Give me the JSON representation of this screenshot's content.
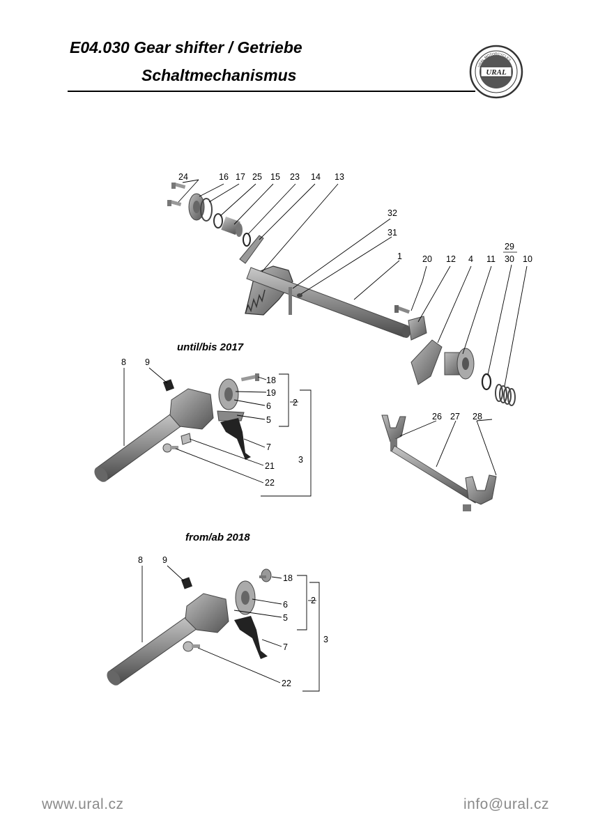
{
  "header": {
    "title_line1": "E04.030 Gear shifter / Getriebe",
    "title_line2": "Schaltmechanismus"
  },
  "logo": {
    "icon": "ural-motorcycles-logo",
    "text": "URAL MOTORCYCLES"
  },
  "diagram": {
    "section_until": "until/bis 2017",
    "section_from": "from/ab 2018",
    "top_callouts": [
      "24",
      "16",
      "17",
      "25",
      "15",
      "23",
      "14",
      "13",
      "32",
      "31",
      "1",
      "20",
      "12",
      "4",
      "11",
      "29",
      "30",
      "10"
    ],
    "fork_callouts": [
      "26",
      "27",
      "28"
    ],
    "until_callouts": [
      "8",
      "9",
      "18",
      "19",
      "6",
      "5",
      "2",
      "7",
      "21",
      "3",
      "22"
    ],
    "from_callouts": [
      "8",
      "9",
      "18",
      "6",
      "2",
      "5",
      "3",
      "7",
      "22"
    ]
  },
  "footer": {
    "website": "www.ural.cz",
    "email": "info@ural.cz"
  },
  "colors": {
    "part_fill": "#8e8e8e",
    "part_dark": "#4a4a4a",
    "part_light": "#c4c4c4",
    "footer_text": "#8a8a8a"
  }
}
